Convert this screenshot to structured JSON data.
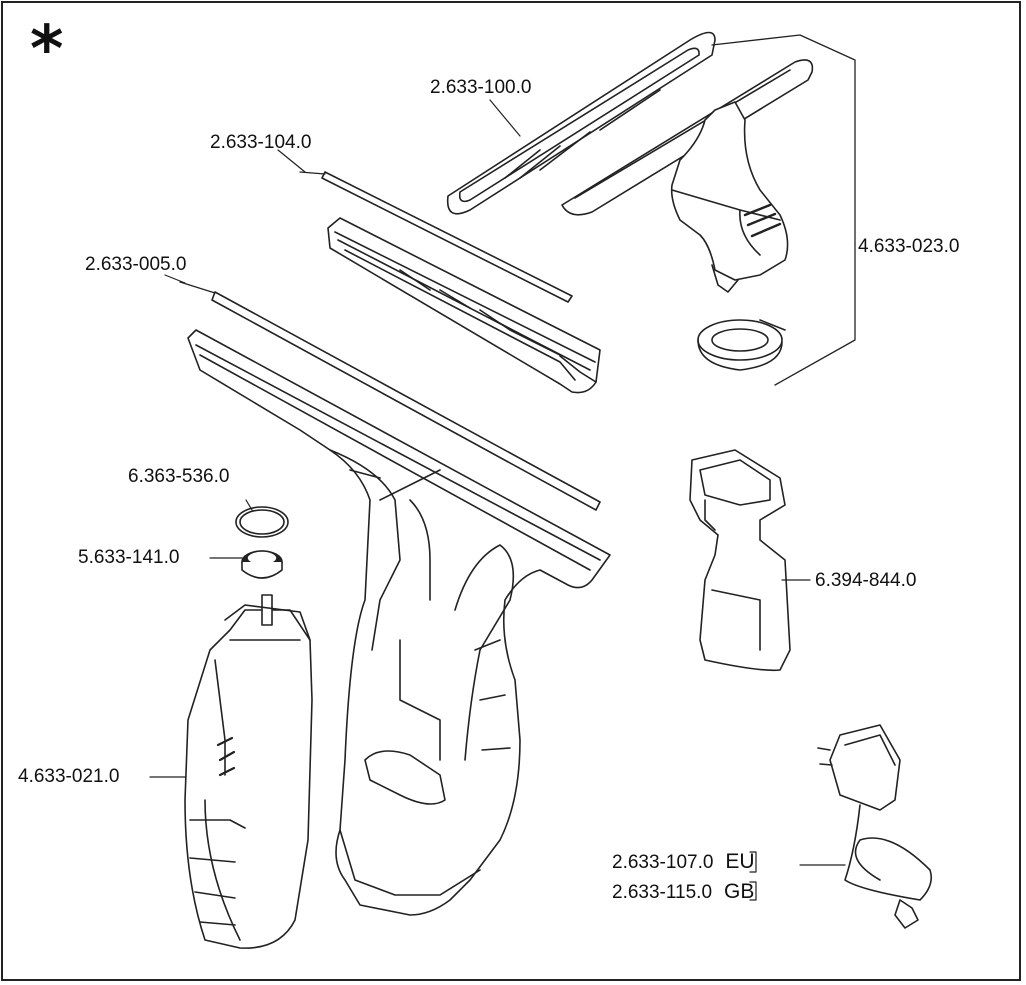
{
  "figure": {
    "marker": "*",
    "parts": [
      {
        "id": "squeegee-lip",
        "number": "2.633-100.0"
      },
      {
        "id": "blade-narrow",
        "number": "2.633-104.0"
      },
      {
        "id": "blade-wide",
        "number": "2.633-005.0"
      },
      {
        "id": "suction-nozzle-kit",
        "number": "4.633-023.0"
      },
      {
        "id": "o-ring",
        "number": "6.363-536.0"
      },
      {
        "id": "seal-ring",
        "number": "5.633-141.0"
      },
      {
        "id": "spray-bottle",
        "number": "6.394-844.0"
      },
      {
        "id": "water-tank",
        "number": "4.633-021.0"
      },
      {
        "id": "charger-eu",
        "number": "2.633-107.0",
        "region": "EU"
      },
      {
        "id": "charger-gb",
        "number": "2.633-115.0",
        "region": "GB"
      }
    ]
  }
}
